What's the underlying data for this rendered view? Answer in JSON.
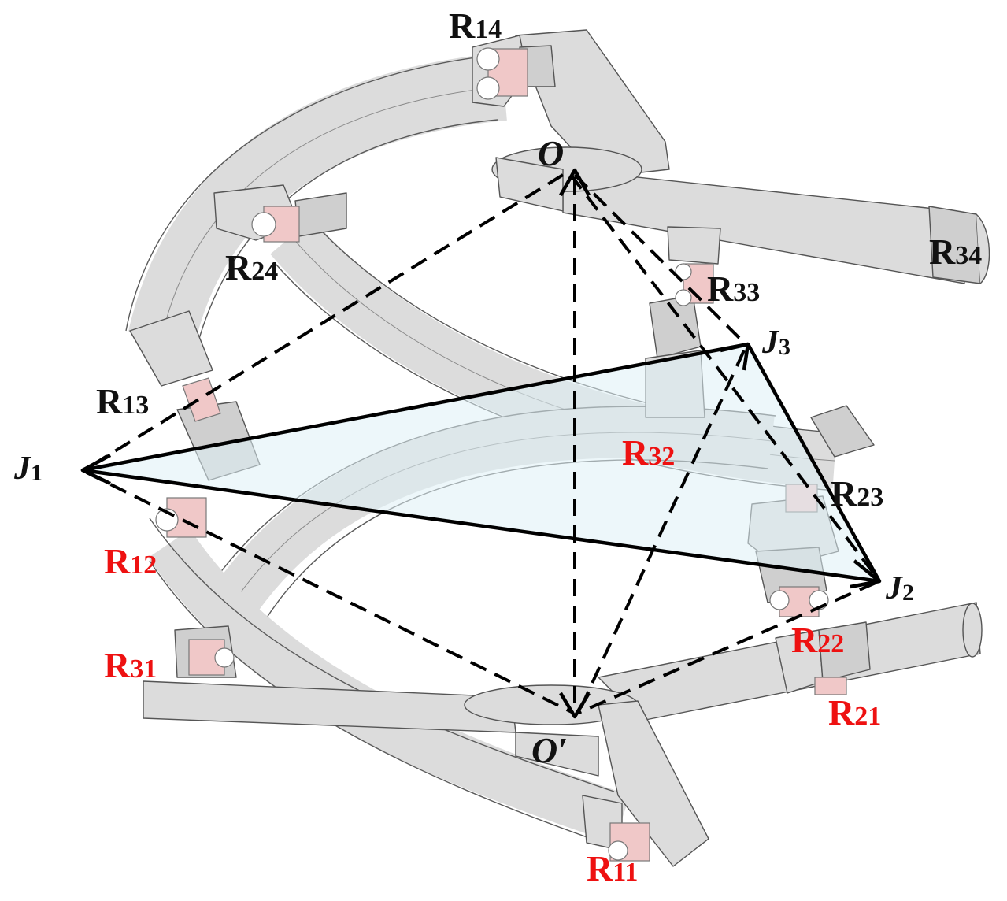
{
  "labels": {
    "R14": "R14",
    "R24": "R24",
    "R34": "R34",
    "R33": "R33",
    "R13": "R13",
    "R23": "R23",
    "R32": "R32",
    "R12": "R12",
    "R22": "R22",
    "R31": "R31",
    "R21": "R21",
    "R11": "R11"
  },
  "label_parts": {
    "R14": [
      "R",
      "14"
    ],
    "R24": [
      "R",
      "24"
    ],
    "R34": [
      "R",
      "34"
    ],
    "R33": [
      "R",
      "33"
    ],
    "R13": [
      "R",
      "13"
    ],
    "R23": [
      "R",
      "23"
    ],
    "R32": [
      "R",
      "32"
    ],
    "R12": [
      "R",
      "12"
    ],
    "R22": [
      "R",
      "22"
    ],
    "R31": [
      "R",
      "31"
    ],
    "R21": [
      "R",
      "21"
    ],
    "R11": [
      "R",
      "11"
    ]
  },
  "points": {
    "O": "O",
    "O_prime": "O′",
    "J1": [
      "J",
      "1"
    ],
    "J2": [
      "J",
      "2"
    ],
    "J3": [
      "J",
      "3"
    ]
  },
  "colors": {
    "black_label": "#111111",
    "red_label": "#ee1111",
    "link_fill": "#dcdcdc",
    "hinge_fill": "#f0c8c8",
    "triangle_fill": "#dff0f5"
  }
}
